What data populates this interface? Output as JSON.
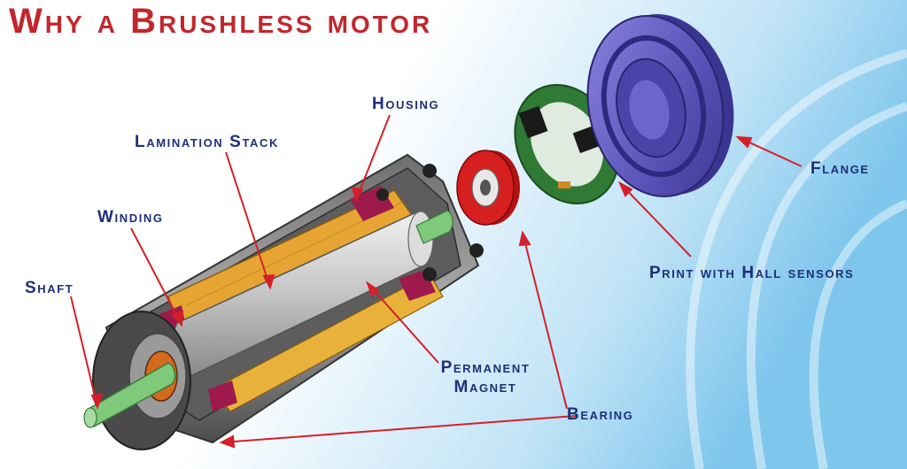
{
  "title": "Why a Brushless motor",
  "colors": {
    "title": "#c1272d",
    "label": "#1e2f78",
    "leader": "#d4202a",
    "flange": "#5a53b8",
    "pcb": "#2f7a34",
    "bearing": "#d61f1f",
    "lamination": "#e6a532",
    "magnet": "#9e1a4c",
    "shaft": "#7fc97a",
    "rotor": "#c8c8c8",
    "housing": "#8c8c8c",
    "background_light": "#ffffff",
    "background_blue": "#7fc6ec"
  },
  "labels": {
    "housing": "Housing",
    "lamination_stack": "Lamination Stack",
    "winding": "Winding",
    "shaft": "Shaft",
    "flange": "Flange",
    "print_hall": "Print with Hall sensors",
    "permanent_magnet_line1": "Permanent",
    "permanent_magnet_line2": "Magnet",
    "bearing": "Bearing"
  }
}
